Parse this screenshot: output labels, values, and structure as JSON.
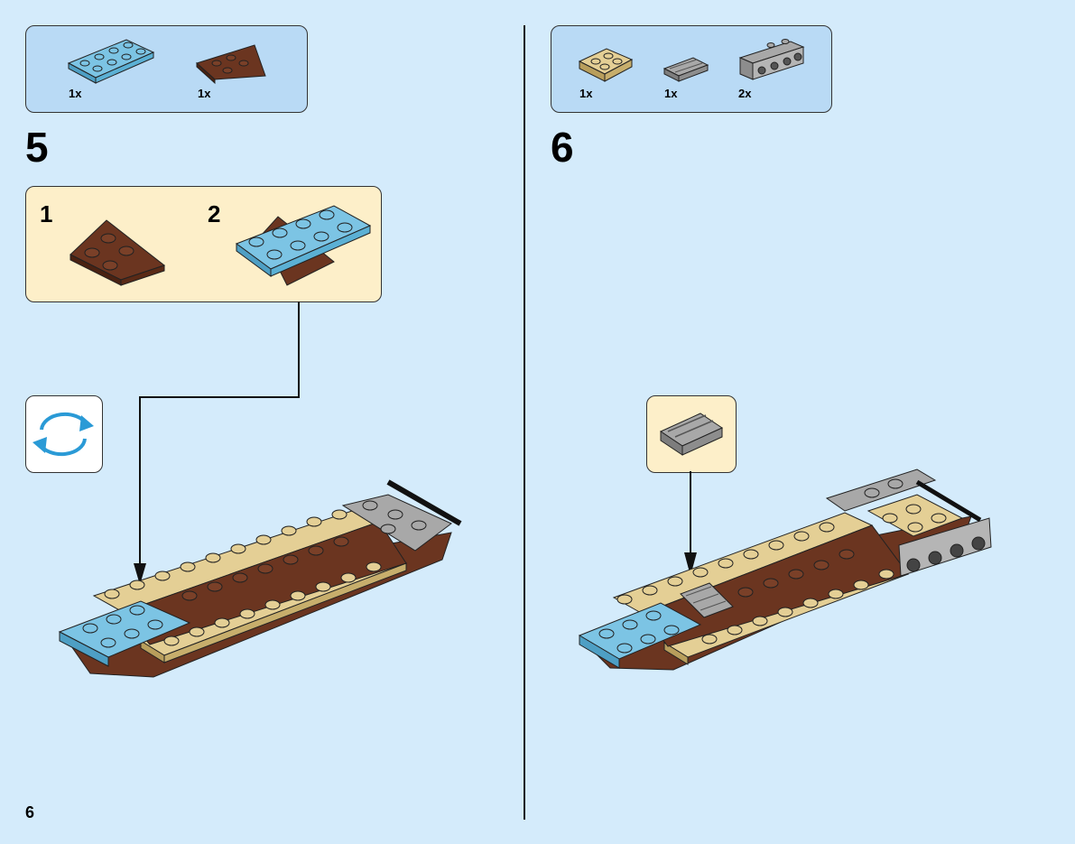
{
  "page": {
    "number": "6"
  },
  "steps": [
    {
      "number": "5",
      "parts": [
        {
          "qty": "1x",
          "part": "light-blue-plate-2x4"
        },
        {
          "qty": "1x",
          "part": "brown-wedge-plate"
        }
      ],
      "substeps": [
        "1",
        "2"
      ],
      "rotate_icon": "rotate-model-icon"
    },
    {
      "number": "6",
      "parts": [
        {
          "qty": "1x",
          "part": "tan-plate-2x2"
        },
        {
          "qty": "1x",
          "part": "gray-grille-tile"
        },
        {
          "qty": "2x",
          "part": "gray-bracket-plate"
        }
      ],
      "callout_part": "gray-grille-tile"
    }
  ],
  "colors": {
    "background": "#d4ebfb",
    "parts_box": "#b9daf5",
    "callout_box": "#fdefc9",
    "light_blue": "#7cc4e4",
    "brown": "#6b3520",
    "tan": "#e4cf95",
    "gray": "#a8a8a8"
  }
}
